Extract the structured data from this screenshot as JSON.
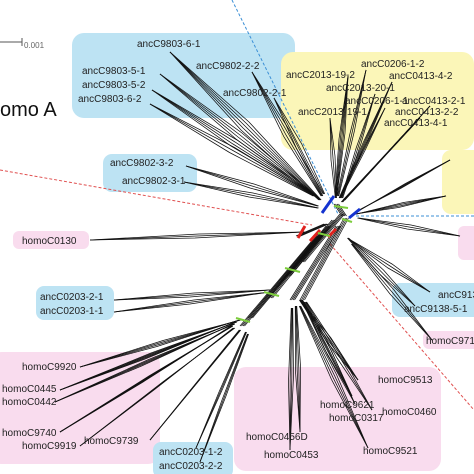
{
  "partial_title": "omo A",
  "scale_bar": {
    "label": "0.001"
  },
  "colors": {
    "blue_group": "#bde3f3",
    "yellow_group": "#fbf6b8",
    "pink_group": "#f9dcee",
    "red_split": "#e0211d",
    "blue_split": "#1433d0",
    "green_split": "#7ccc3c",
    "red_divider": "#e05050",
    "blue_divider": "#3b8fd6"
  },
  "labels": {
    "ancC9803_6_1": "ancC9803-6-1",
    "ancC9803_5_1": "ancC9803-5-1",
    "ancC9803_5_2": "ancC9803-5-2",
    "ancC9803_6_2": "ancC9803-6-2",
    "ancC9802_2_2": "ancC9802-2-2",
    "ancC9802_2_1": "ancC9802-2-1",
    "ancC9802_3_2": "ancC9802-3-2",
    "ancC9802_3_1": "ancC9802-3-1",
    "ancC2013_19_2": "ancC2013-19-2",
    "ancC0206_1_2": "ancC0206-1-2",
    "ancC0413_4_2": "ancC0413-4-2",
    "ancC2013_20_1": "ancC2013-20-1",
    "ancC0206_1_1": "ancC0206-1-1",
    "ancC0413_2_1": "ancC0413-2-1",
    "ancC2013_19_1": "ancC2013-19-1",
    "ancC0413_2_2": "ancC0413-2-2",
    "ancC0413_4_1": "ancC0413-4-1",
    "homoC0130": "homoC0130",
    "ancC0203_2_1": "ancC0203-2-1",
    "ancC0203_1_1": "ancC0203-1-1",
    "ancC913_partial": "ancC913",
    "ancC9138_5_1": "ancC9138-5-1",
    "homoC971_partial": "homoC971",
    "homoC9920": "homoC9920",
    "homoC0445": "homoC0445",
    "homoC0442": "homoC0442",
    "homoC9740": "homoC9740",
    "homoC9919": "homoC9919",
    "homoC9739": "homoC9739",
    "homoC9513": "homoC9513",
    "homoC9621": "homoC9621",
    "homoC0317": "homoC0317",
    "homoC0460": "homoC0460",
    "homoC0456D": "homoC0456D",
    "homoC0453": "homoC0453",
    "homoC9521": "homoC9521",
    "ancC0203_1_2": "ancC0203-1-2",
    "ancC0203_2_2": "ancC0203-2-2"
  }
}
